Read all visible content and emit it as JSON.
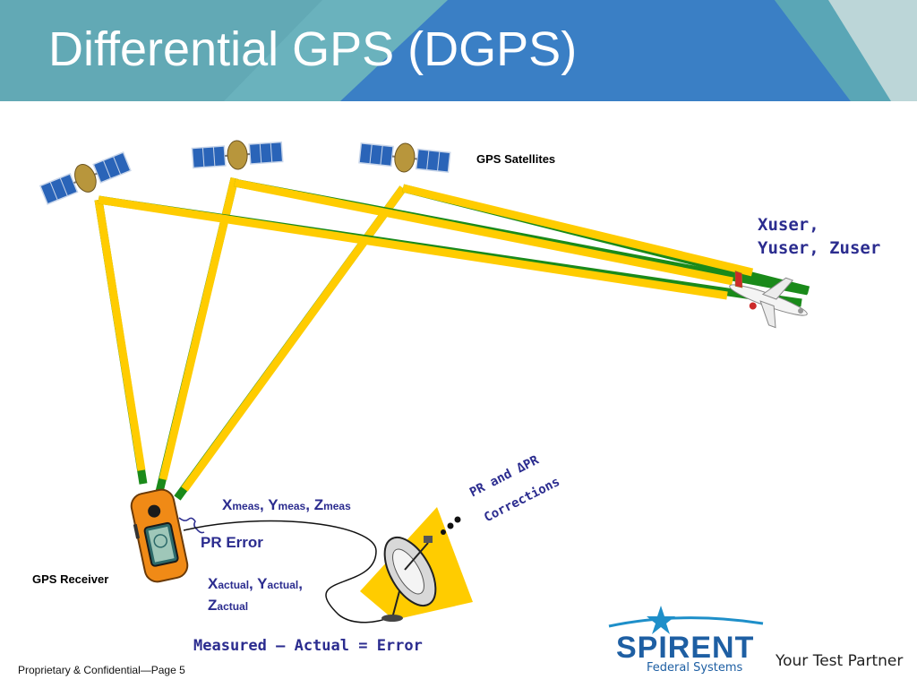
{
  "slide": {
    "title": "Differential GPS (DGPS)",
    "footer": "Proprietary & Confidential—Page 5",
    "tagline": "Your Test Partner"
  },
  "logo": {
    "name": "SPIRENT",
    "subtitle": "Federal Systems",
    "icon": "spirent-star-icon"
  },
  "labels": {
    "satellites": "GPS Satellites",
    "receiver": "GPS Receiver",
    "user_line1": "Xuser,",
    "user_line2": "Yuser, Zuser",
    "meas_x": "X",
    "meas_x_sub": "meas",
    "meas_y": "Y",
    "meas_y_sub": "meas",
    "meas_z": "Z",
    "meas_z_sub": "meas",
    "comma": ", ",
    "pr_error": "PR Error",
    "actual_x": "X",
    "actual_x_sub": "actual",
    "actual_y": "Y",
    "actual_y_sub": "actual",
    "actual_z": "Z",
    "actual_z_sub": "actual",
    "corrections_line1": "PR and ΔPR",
    "corrections_line2": "Corrections",
    "equation": "Measured – Actual = Error"
  },
  "colors": {
    "signal_beam": "#ffcc00",
    "beam_tip": "#1a8a1a",
    "label_blue": "#2b2c8f",
    "header_dark": "#5aa6b6",
    "header_blue": "#3a7fc5",
    "header_light": "#bcd6d8",
    "brand_blue": "#1e5fa3"
  }
}
